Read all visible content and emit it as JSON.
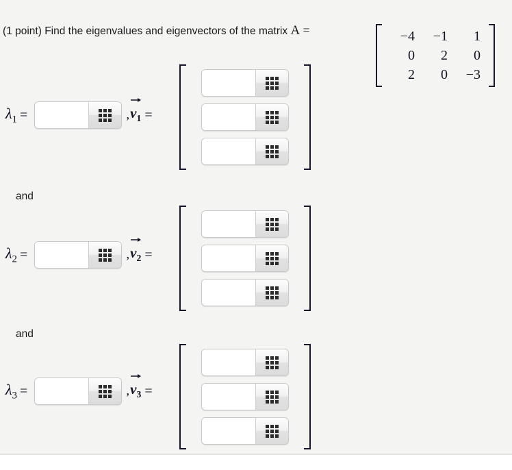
{
  "problem": {
    "points_label": "(1 point)",
    "prompt": "Find the eigenvalues and eigenvectors of the matrix",
    "matrix_symbol": "A",
    "equals": "=",
    "matrix": {
      "rows": [
        [
          "−4",
          "−1",
          "1"
        ],
        [
          "0",
          "2",
          "0"
        ],
        [
          "2",
          "0",
          "−3"
        ]
      ],
      "left_bracket": "[",
      "right_bracket": "]"
    }
  },
  "separators": {
    "and_1": "and",
    "and_2": "and"
  },
  "groups": [
    {
      "eigenvalue_label": "λ",
      "eigenvalue_index": "1",
      "equals": "=",
      "comma": ",",
      "vector_label": "v",
      "vector_index": "1",
      "vector_equals": "=",
      "eigenvalue_input": {
        "value": "",
        "placeholder": ""
      },
      "keypad_button_label": "keypad",
      "vector_inputs": [
        {
          "value": "",
          "placeholder": ""
        },
        {
          "value": "",
          "placeholder": ""
        },
        {
          "value": "",
          "placeholder": ""
        }
      ]
    },
    {
      "eigenvalue_label": "λ",
      "eigenvalue_index": "2",
      "equals": "=",
      "comma": ",",
      "vector_label": "v",
      "vector_index": "2",
      "vector_equals": "=",
      "eigenvalue_input": {
        "value": "",
        "placeholder": ""
      },
      "keypad_button_label": "keypad",
      "vector_inputs": [
        {
          "value": "",
          "placeholder": ""
        },
        {
          "value": "",
          "placeholder": ""
        },
        {
          "value": "",
          "placeholder": ""
        }
      ]
    },
    {
      "eigenvalue_label": "λ",
      "eigenvalue_index": "3",
      "equals": "=",
      "comma": ",",
      "vector_label": "v",
      "vector_index": "3",
      "vector_equals": "=",
      "eigenvalue_input": {
        "value": "",
        "placeholder": ""
      },
      "keypad_button_label": "keypad",
      "vector_inputs": [
        {
          "value": "",
          "placeholder": ""
        },
        {
          "value": "",
          "placeholder": ""
        },
        {
          "value": "",
          "placeholder": ""
        }
      ]
    }
  ],
  "colors": {
    "page_background": "#f4f4f3",
    "text": "#1b1b1b",
    "math_text": "#111122",
    "input_background": "#ffffff",
    "keypad_dot": "#2b2b2b",
    "divider": "#e2e2e2"
  }
}
